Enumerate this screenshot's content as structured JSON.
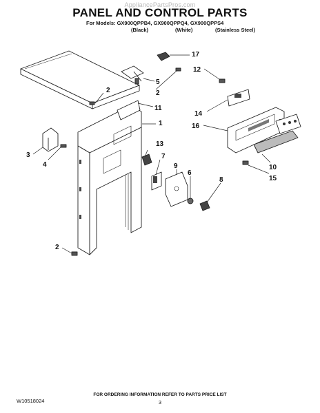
{
  "header": {
    "watermark": "AppliancePartsPros.com",
    "title": "PANEL AND CONTROL PARTS",
    "models_line": "For Models: GX900QPPB4, GX900QPPQ4, GX900QPPS4",
    "colors": [
      "(Black)",
      "(White)",
      "(Stainless Steel)"
    ]
  },
  "callouts": [
    "17",
    "5",
    "12",
    "2",
    "2",
    "11",
    "14",
    "1",
    "16",
    "3",
    "13",
    "4",
    "7",
    "9",
    "10",
    "6",
    "8",
    "15",
    "2"
  ],
  "footer": {
    "doc_number": "W10518024",
    "ordering_note": "FOR ORDERING INFORMATION REFER TO PARTS PRICE LIST",
    "page_number": "3"
  }
}
